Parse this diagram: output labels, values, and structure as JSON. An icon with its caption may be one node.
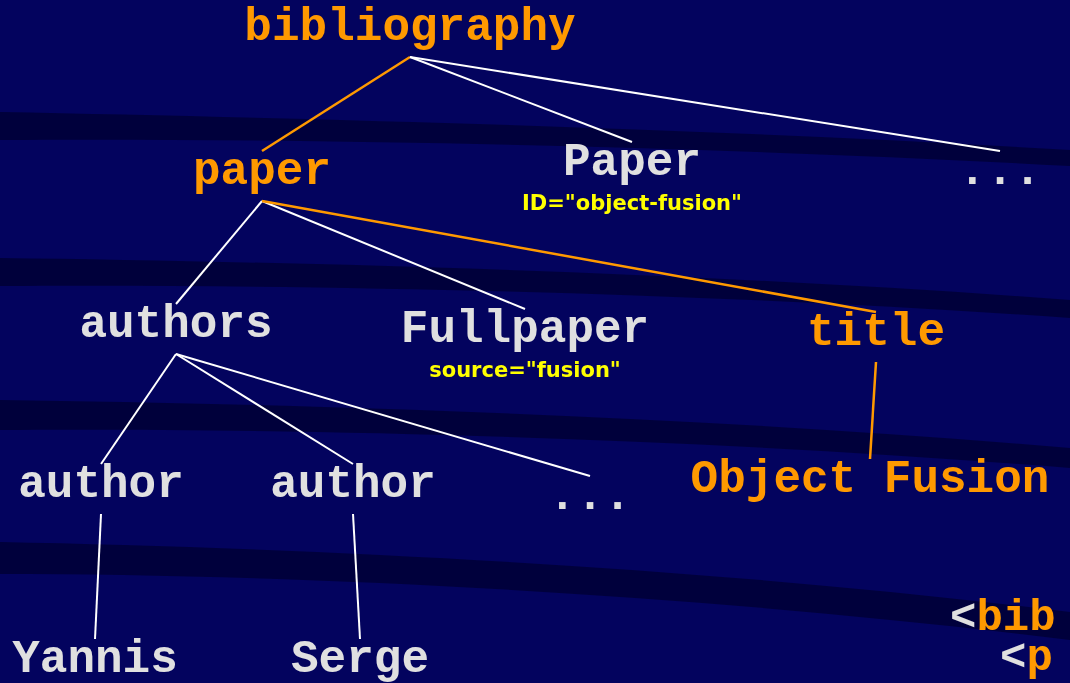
{
  "diagram": {
    "nodes": [
      {
        "text": [
          "bibliography"
        ]
      },
      {
        "text": [
          "paper"
        ]
      },
      {
        "text": [
          "Paper"
        ],
        "beside": [
          "ID=\"object-fusion\""
        ]
      },
      {
        "text": [
          "..."
        ]
      },
      {
        "text": [
          "authors"
        ]
      },
      {
        "text": [
          "Fullpaper"
        ],
        "beside": [
          "source=\"fusion\""
        ]
      },
      {
        "text": [
          "title"
        ]
      },
      {
        "text": [
          "author"
        ]
      },
      {
        "text": [
          "author"
        ]
      },
      {
        "text": [
          "..."
        ]
      },
      {
        "text": [
          "Object Fusion"
        ]
      },
      {
        "text": [
          "Yannis"
        ]
      },
      {
        "text": [
          "Serge"
        ]
      }
    ],
    "edges": [
      {
        "from": 0,
        "to": 1,
        "arrow": "none",
        "color": "#ff9900"
      },
      {
        "from": 0,
        "to": 2,
        "arrow": "none"
      },
      {
        "from": 0,
        "to": 3,
        "arrow": "none"
      },
      {
        "from": 1,
        "to": 4,
        "arrow": "none"
      },
      {
        "from": 1,
        "to": 5,
        "arrow": "none"
      },
      {
        "from": 1,
        "to": 6,
        "arrow": "none",
        "color": "#ff9900"
      },
      {
        "from": 4,
        "to": 7,
        "arrow": "none"
      },
      {
        "from": 4,
        "to": 8,
        "arrow": "none"
      },
      {
        "from": 4,
        "to": 9,
        "arrow": "none"
      },
      {
        "from": 6,
        "to": 10,
        "arrow": "none",
        "color": "#ff9900"
      },
      {
        "from": 7,
        "to": 11,
        "arrow": "none"
      },
      {
        "from": 8,
        "to": 12,
        "arrow": "none"
      }
    ],
    "labels": [
      "<bib",
      "<p"
    ]
  }
}
